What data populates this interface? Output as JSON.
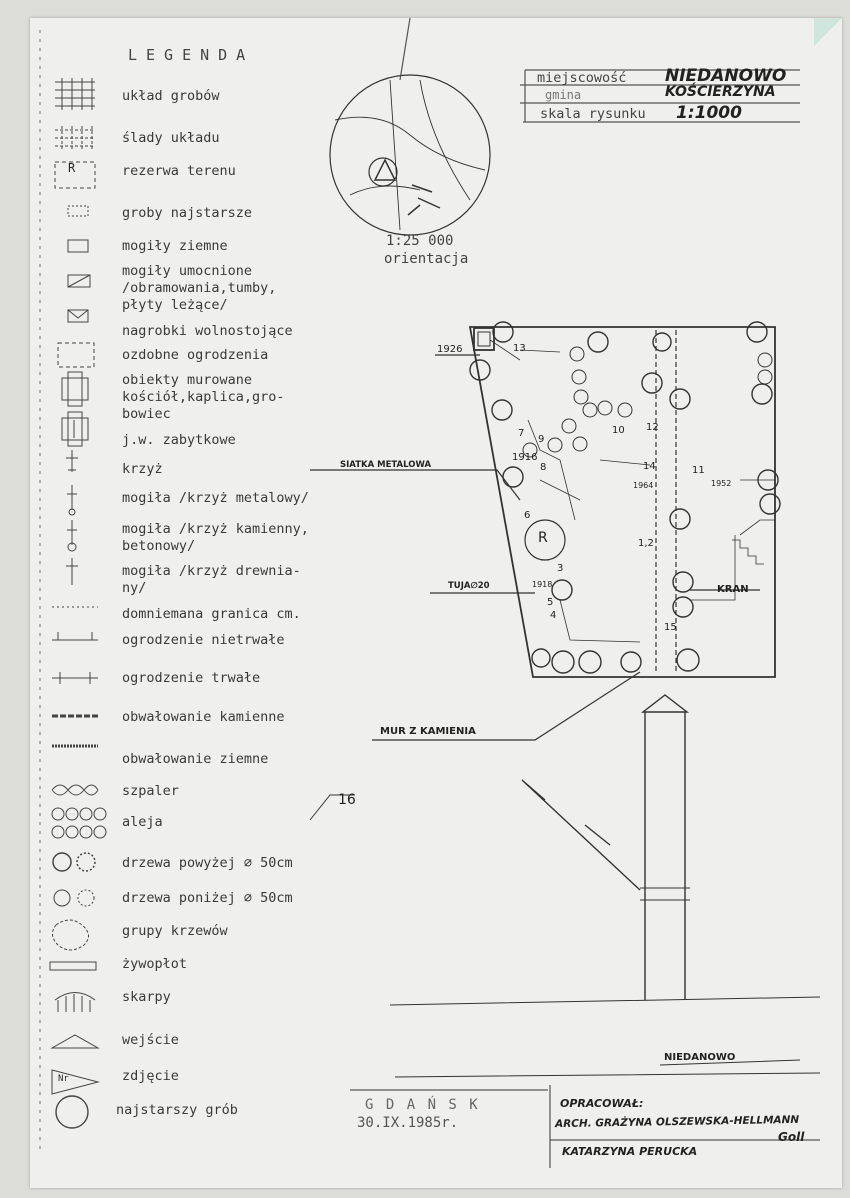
{
  "legend": {
    "title": "LEGENDA",
    "items": [
      {
        "label": "układ grobów",
        "icon": "grid-icon"
      },
      {
        "label": "ślady układu",
        "icon": "dashed-grid-icon"
      },
      {
        "label": "rezerwa terenu",
        "icon": "reserve-icon",
        "glyph": "R"
      },
      {
        "label": "groby najstarsze",
        "icon": "oldest-graves-icon"
      },
      {
        "label": "mogiły ziemne",
        "icon": "earth-grave-icon"
      },
      {
        "label": "mogiły umocnione\n/obramowania,tumby,\npłyty leżące/",
        "icon": "reinforced-grave-icon"
      },
      {
        "label": "nagrobki wolnostojące",
        "icon": "freestanding-tombstone-icon"
      },
      {
        "label": "ozdobne ogrodzenia",
        "icon": "decorative-fence-icon"
      },
      {
        "label": "obiekty murowane\nkościół,kaplica,gro-\nbowiec",
        "icon": "masonry-object-icon"
      },
      {
        "label": "j.w. zabytkowe",
        "icon": "historic-masonry-icon"
      },
      {
        "label": "krzyż",
        "icon": "cross-icon"
      },
      {
        "label": "mogiła /krzyż metalowy/",
        "icon": "metal-cross-grave-icon"
      },
      {
        "label": "mogiła /krzyż kamienny,\nbetonowy/",
        "icon": "stone-cross-grave-icon"
      },
      {
        "label": "mogiła /krzyż drewnia-\nny/",
        "icon": "wooden-cross-grave-icon"
      },
      {
        "label": "domniemana granica cm.",
        "icon": "boundary-line-icon"
      },
      {
        "label": "ogrodzenie nietrwałe",
        "icon": "temporary-fence-icon"
      },
      {
        "label": "ogrodzenie trwałe",
        "icon": "permanent-fence-icon"
      },
      {
        "label": "obwałowanie kamienne",
        "icon": "stone-embankment-icon"
      },
      {
        "label": "obwałowanie ziemne",
        "icon": "earth-embankment-icon"
      },
      {
        "label": "szpaler",
        "icon": "tree-row-icon"
      },
      {
        "label": "aleja",
        "icon": "avenue-icon"
      },
      {
        "label": "drzewa powyżej ∅ 50cm",
        "icon": "large-tree-icon"
      },
      {
        "label": "drzewa poniżej ∅ 50cm",
        "icon": "small-tree-icon"
      },
      {
        "label": "grupy krzewów",
        "icon": "shrub-group-icon"
      },
      {
        "label": "żywopłot",
        "icon": "hedge-icon"
      },
      {
        "label": "skarpy",
        "icon": "slope-icon"
      },
      {
        "label": "wejście",
        "icon": "entrance-icon"
      },
      {
        "label": "zdjęcie",
        "icon": "photo-icon",
        "glyph": "Nr"
      },
      {
        "label": "najstarszy grób",
        "icon": "oldest-grave-icon"
      }
    ]
  },
  "header": {
    "locality_label": "miejscowość",
    "locality_value": "NIEDANOWO",
    "commune_label": "gmina",
    "commune_value": "KOŚCIERZYNA",
    "scale_label": "skala rysunku",
    "scale_value": "1:1000"
  },
  "orientation": {
    "scale": "1:25 000",
    "caption": "orientacja"
  },
  "plan_labels": {
    "year_1926": "1926",
    "n13": "13",
    "n7": "7",
    "n9": "9",
    "year_1916": "1916",
    "n8": "8",
    "siatka": "SIATKA METALOWA",
    "n10": "10",
    "n12": "12",
    "n14": "14",
    "year_1964": "1964",
    "n11": "11",
    "year_1952": "1952",
    "n6": "6",
    "reserve": "R",
    "n12b": "1,2",
    "n3": "3",
    "tuja": "TUJA∅20",
    "year_1918": "1918",
    "n5": "5",
    "n4": "4",
    "kran": "KRAN",
    "n15": "15",
    "mur": "MUR Z KAMIENIA",
    "photo_no": "16",
    "bottom_name": "NIEDANOWO"
  },
  "footer": {
    "city": "G D A Ń S K",
    "date": "30.IX.1985r.",
    "prepared_label": "OPRACOWAŁ:",
    "author1": "ARCH. GRAŻYNA OLSZEWSKA-HELLMANN",
    "author2": "KATARZYNA PERUCKA",
    "signature": "Goll"
  }
}
